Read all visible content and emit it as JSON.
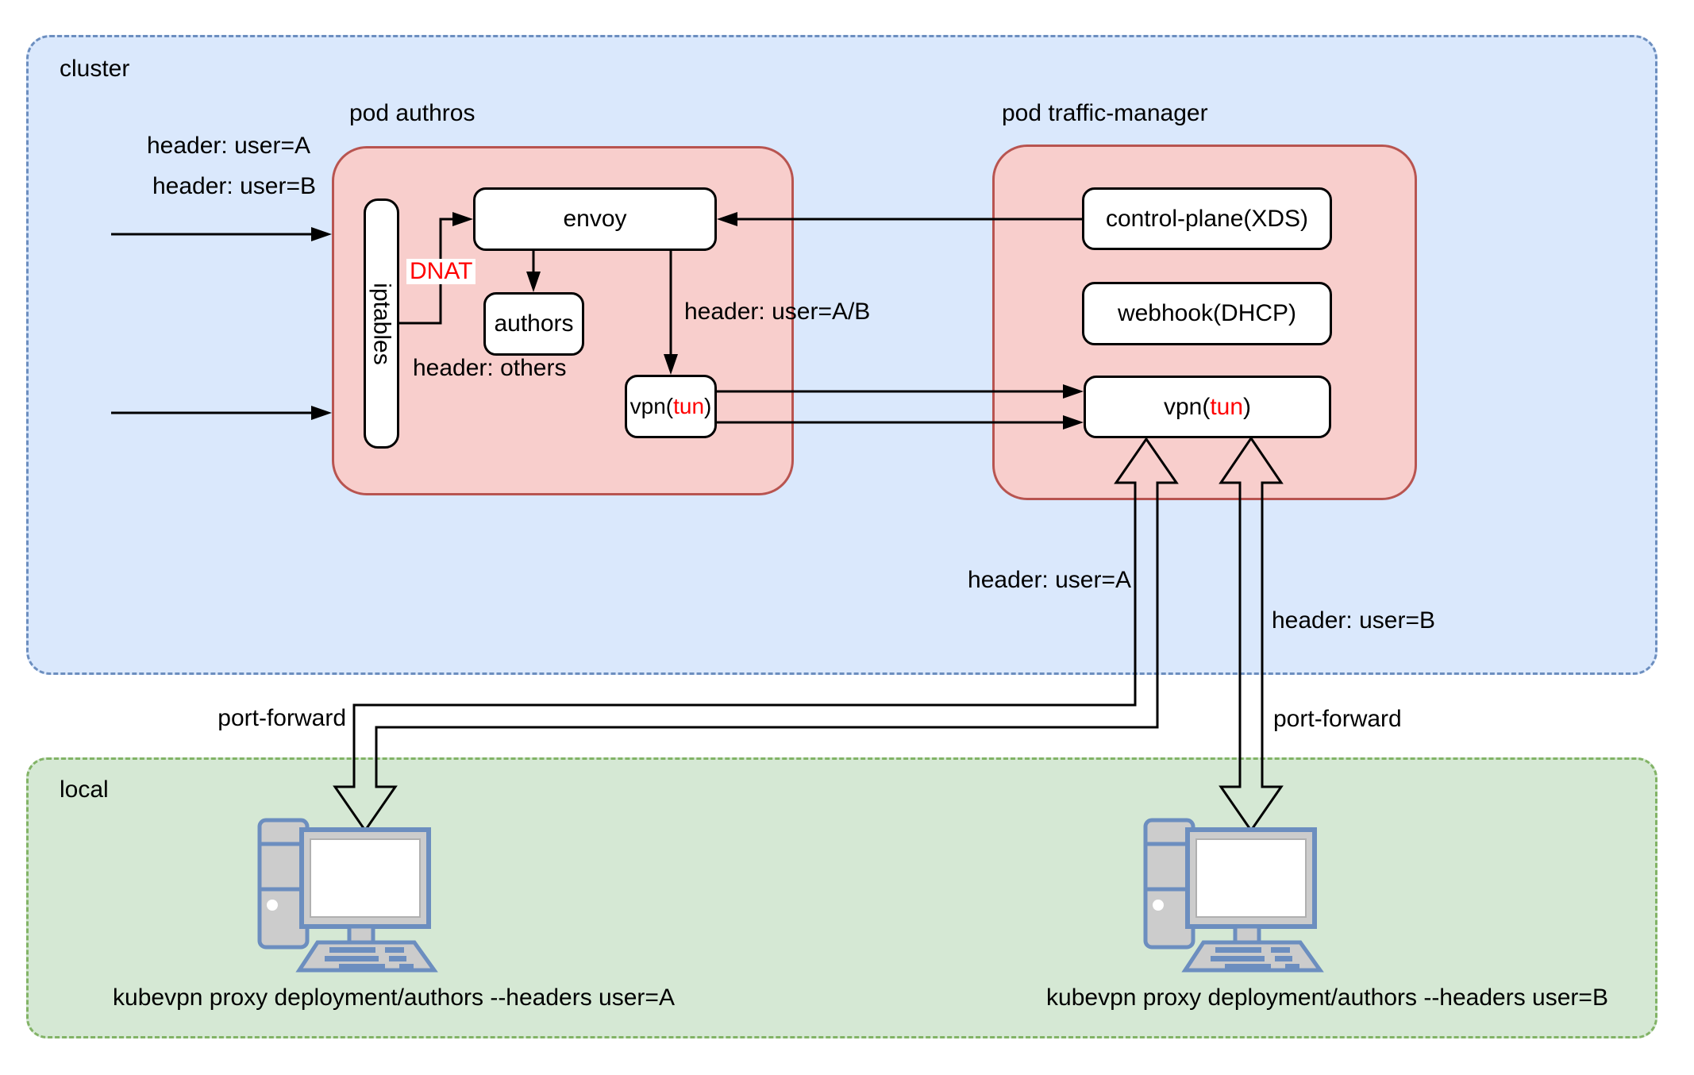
{
  "colors": {
    "cluster_fill": "#dae8fc",
    "cluster_border": "#6c8ebf",
    "local_fill": "#d5e8d4",
    "local_border": "#82b366",
    "pod_fill": "#f8cecc",
    "pod_border": "#b85450",
    "node_fill": "#ffffff",
    "line": "#000000",
    "accent_red": "#ff0000",
    "computer_gray": "#cccccc",
    "computer_blue": "#6c8ebf"
  },
  "cluster": {
    "label": "cluster",
    "header_a": "header: user=A",
    "header_b": "header: user=B"
  },
  "pod_authros": {
    "title": "pod authros",
    "iptables": "iptables",
    "dnat": "DNAT",
    "envoy": "envoy",
    "authors": "authors",
    "header_others": "header: others",
    "header_user_ab": "header: user=A/B",
    "vpn": {
      "pre": "vpn(",
      "tun": "tun",
      "post": ")"
    }
  },
  "pod_traffic_manager": {
    "title": "pod traffic-manager",
    "control_plane": "control-plane(XDS)",
    "webhook": "webhook(DHCP)",
    "vpn": {
      "pre": "vpn(",
      "tun": "tun",
      "post": ")"
    }
  },
  "flows": {
    "header_user_a": "header: user=A",
    "header_user_b": "header: user=B",
    "port_forward_left": "port-forward",
    "port_forward_right": "port-forward"
  },
  "local": {
    "label": "local",
    "caption_a": "kubevpn proxy deployment/authors --headers user=A",
    "caption_b": "kubevpn proxy deployment/authors --headers user=B"
  }
}
